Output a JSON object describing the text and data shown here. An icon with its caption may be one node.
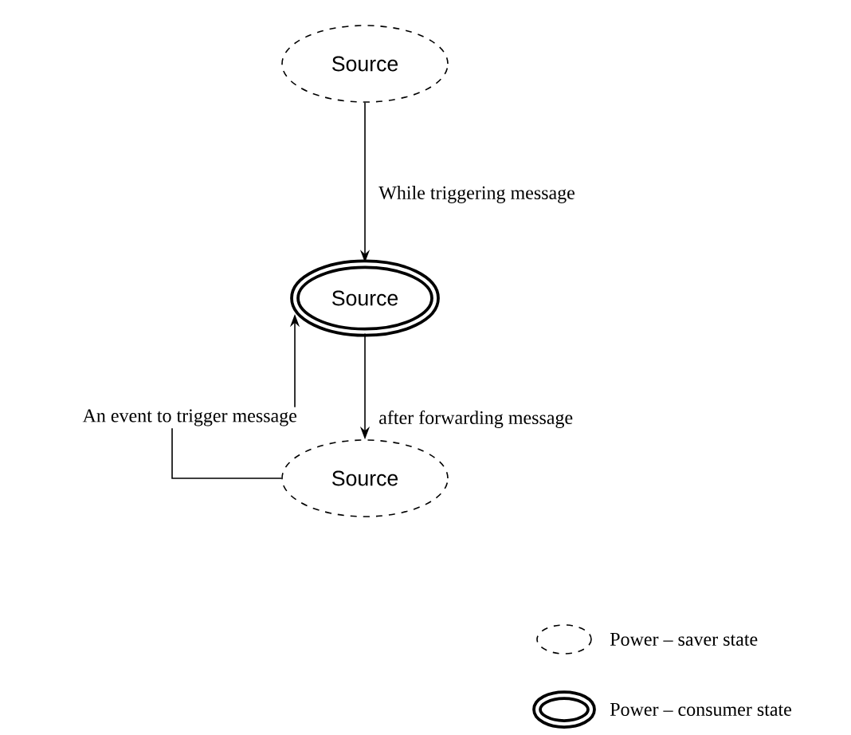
{
  "diagram": {
    "nodes": [
      {
        "text": [
          "Source"
        ]
      },
      {
        "text": [
          "Source"
        ]
      },
      {
        "text": [
          "Source"
        ]
      }
    ],
    "edges": [
      {
        "from": 0,
        "to": 1,
        "arrow": "to",
        "label": "While triggering message"
      },
      {
        "from": 1,
        "to": 2,
        "arrow": "to",
        "label": "after forwarding message"
      },
      {
        "from": 2,
        "to": 1,
        "arrow": "to",
        "label": "An event to trigger message"
      }
    ],
    "legend": [
      {
        "text": "Power – saver state"
      },
      {
        "text": "Power – consumer state"
      }
    ]
  }
}
